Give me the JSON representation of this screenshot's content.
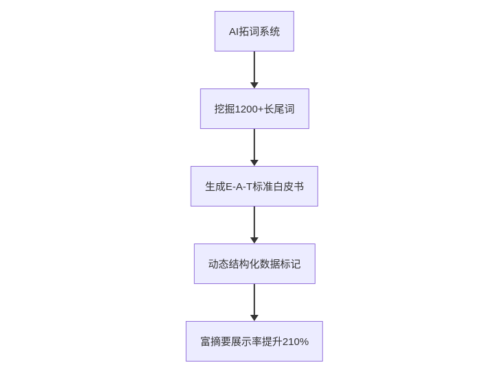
{
  "flowchart": {
    "background": "#ffffff",
    "node_fill": "#ECECFF",
    "node_border": "#9370DB",
    "text_color": "#333333",
    "arrow_color": "#333333",
    "nodes": [
      {
        "label": "AI拓词系统"
      },
      {
        "label": "挖掘1200+长尾词"
      },
      {
        "label": "生成E-A-T标准白皮书"
      },
      {
        "label": "动态结构化数据标记"
      },
      {
        "label": "富摘要展示率提升210%"
      }
    ]
  }
}
